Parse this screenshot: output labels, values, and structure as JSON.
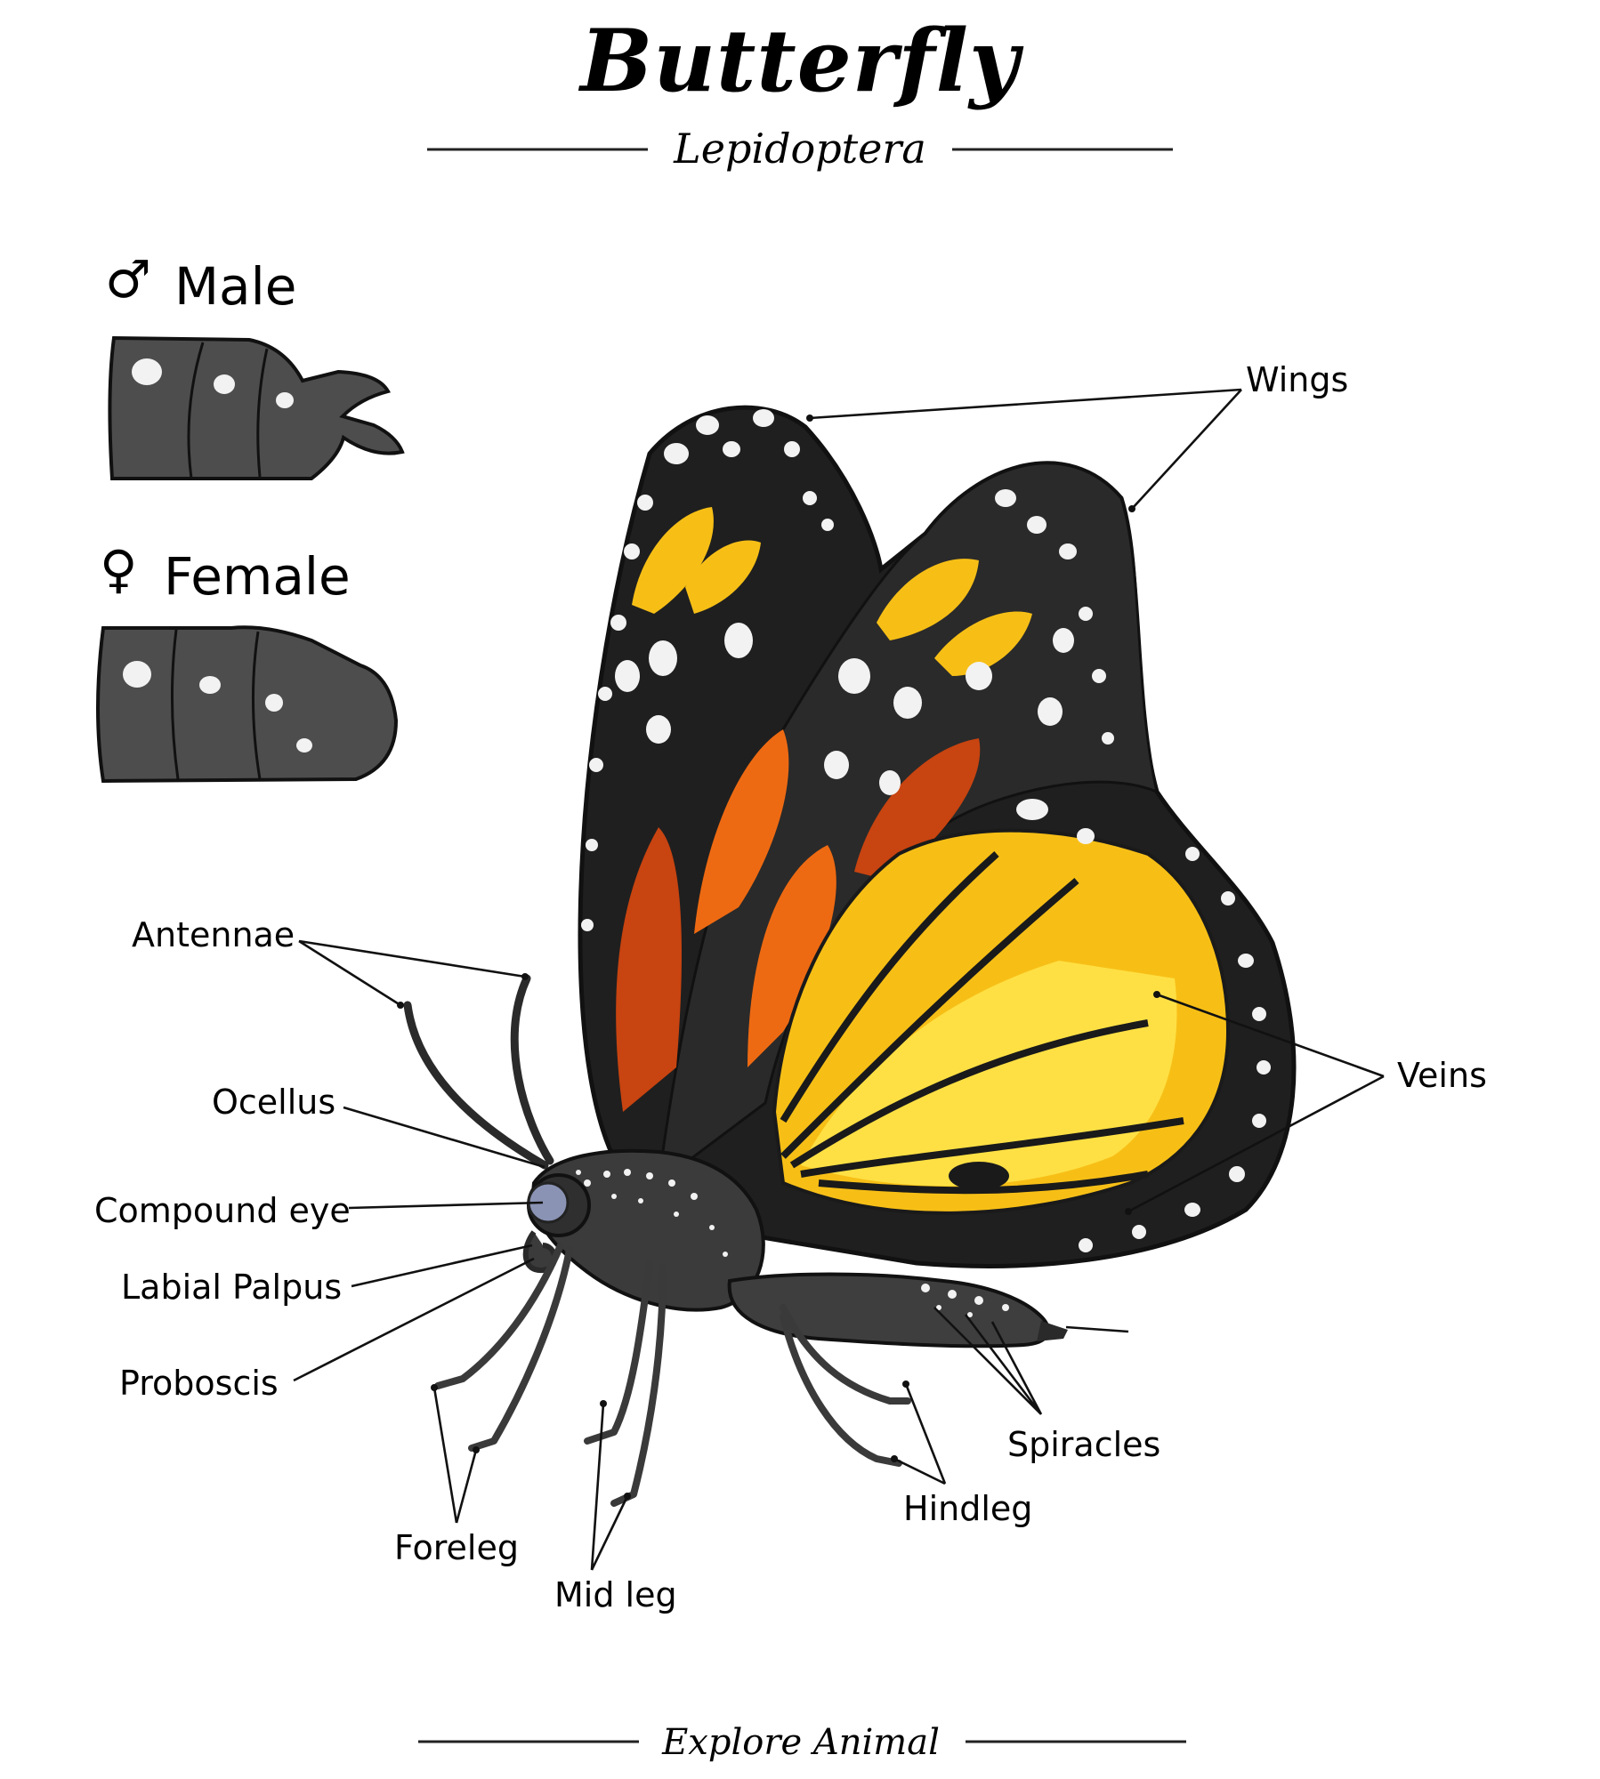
{
  "header": {
    "title": "Butterfly",
    "subtitle": "Lepidoptera"
  },
  "legend": {
    "male": {
      "symbol": "♂",
      "label": "Male"
    },
    "female": {
      "symbol": "♀",
      "label": "Female"
    }
  },
  "labels": {
    "wings": "Wings",
    "veins": "Veins",
    "antennae": "Antennae",
    "ocellus": "Ocellus",
    "compound_eye": "Compound eye",
    "labial_palpus": "Labial Palpus",
    "proboscis": "Proboscis",
    "foreleg": "Foreleg",
    "mid_leg": "Mid leg",
    "hindleg": "Hindleg",
    "spiracles": "Spiracles"
  },
  "footer": {
    "text": "Explore Animal"
  },
  "colors": {
    "wing_black": "#1f1f1f",
    "wing_orange": "#ee6a12",
    "wing_dark_orange": "#c84410",
    "wing_yellow": "#f7bf16",
    "wing_light_yellow": "#ffe044",
    "spot_white": "#f2f2f2",
    "abdomen_gray": "#4d4d4d",
    "eye_blue": "#8a93b4"
  }
}
